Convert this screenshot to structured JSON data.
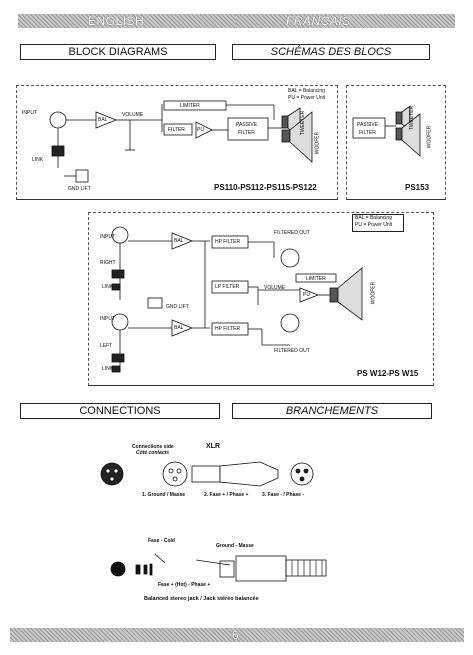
{
  "header": {
    "left": "ENGLISH",
    "right": "FRANÇAIS"
  },
  "sections": {
    "block_diagrams": "BLOCK DIAGRAMS",
    "schemas": "SCHÉMAS DES BLOCS",
    "connections": "CONNECTIONS",
    "branchements": "BRANCHEMENTS"
  },
  "diagram1": {
    "legend_bal": "BAL = Balancing",
    "legend_pu": "PU = Power Unit",
    "input": "INPUT",
    "bal": "BAL",
    "volume": "VOLUME",
    "limiter": "LIMITER",
    "filter": "FILTER",
    "pu": "PU",
    "passive_filter_1": "PASSIVE",
    "passive_filter_2": "FILTER",
    "tweeter": "TWEETER",
    "woofer": "WOOFER",
    "link": "LINK",
    "gnd_lift": "GND LIFT",
    "models": "PS110-PS112-PS115-PS122"
  },
  "diagram2": {
    "passive_1": "PASSIVE",
    "passive_2": "FILTER",
    "tweeter": "TWEETER",
    "woofer": "WOOFER",
    "model": "PS153"
  },
  "diagram3": {
    "legend_bal": "BAL = Balancing",
    "legend_pu": "PU = Power Unit",
    "input_right": "INPUT",
    "right": "RIGHT",
    "link_right": "LINK",
    "gnd_lift": "GND LIFT",
    "input_left": "INPUT",
    "left": "LEFT",
    "link_left": "LINK",
    "bal": "BAL",
    "hp_filter": "HP FILTER",
    "lp_filter": "LP FILTER",
    "volume": "VOLUME",
    "limiter": "LIMITER",
    "pu": "PU",
    "filtered_out_top": "FILTERED OUT",
    "filtered_out_bottom": "FILTERED OUT",
    "woofer": "WOOFER",
    "models": "PS W12-PS W15"
  },
  "xlr": {
    "side_1": "Connections side",
    "side_2": "Côté contacts",
    "title": "XLR",
    "pin1": "1. Ground / Masse",
    "pin2": "2. Fase + / Phase +",
    "pin3": "3. Fase - / Phase -"
  },
  "jack": {
    "cold": "Fase - Cold",
    "ground": "Ground - Masse",
    "hot": "Fase + (Hot) - Phase +",
    "caption": "Balanced stereo jack / Jack stéréo balancée"
  },
  "footer": {
    "page": "6"
  }
}
